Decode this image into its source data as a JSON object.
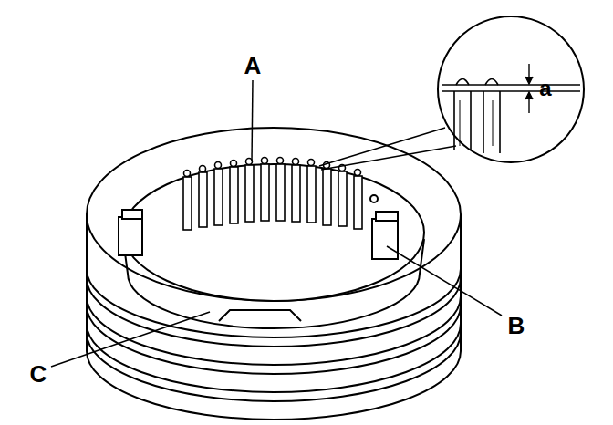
{
  "diagram": {
    "labels": [
      "A",
      "a",
      "B",
      "C"
    ]
  }
}
